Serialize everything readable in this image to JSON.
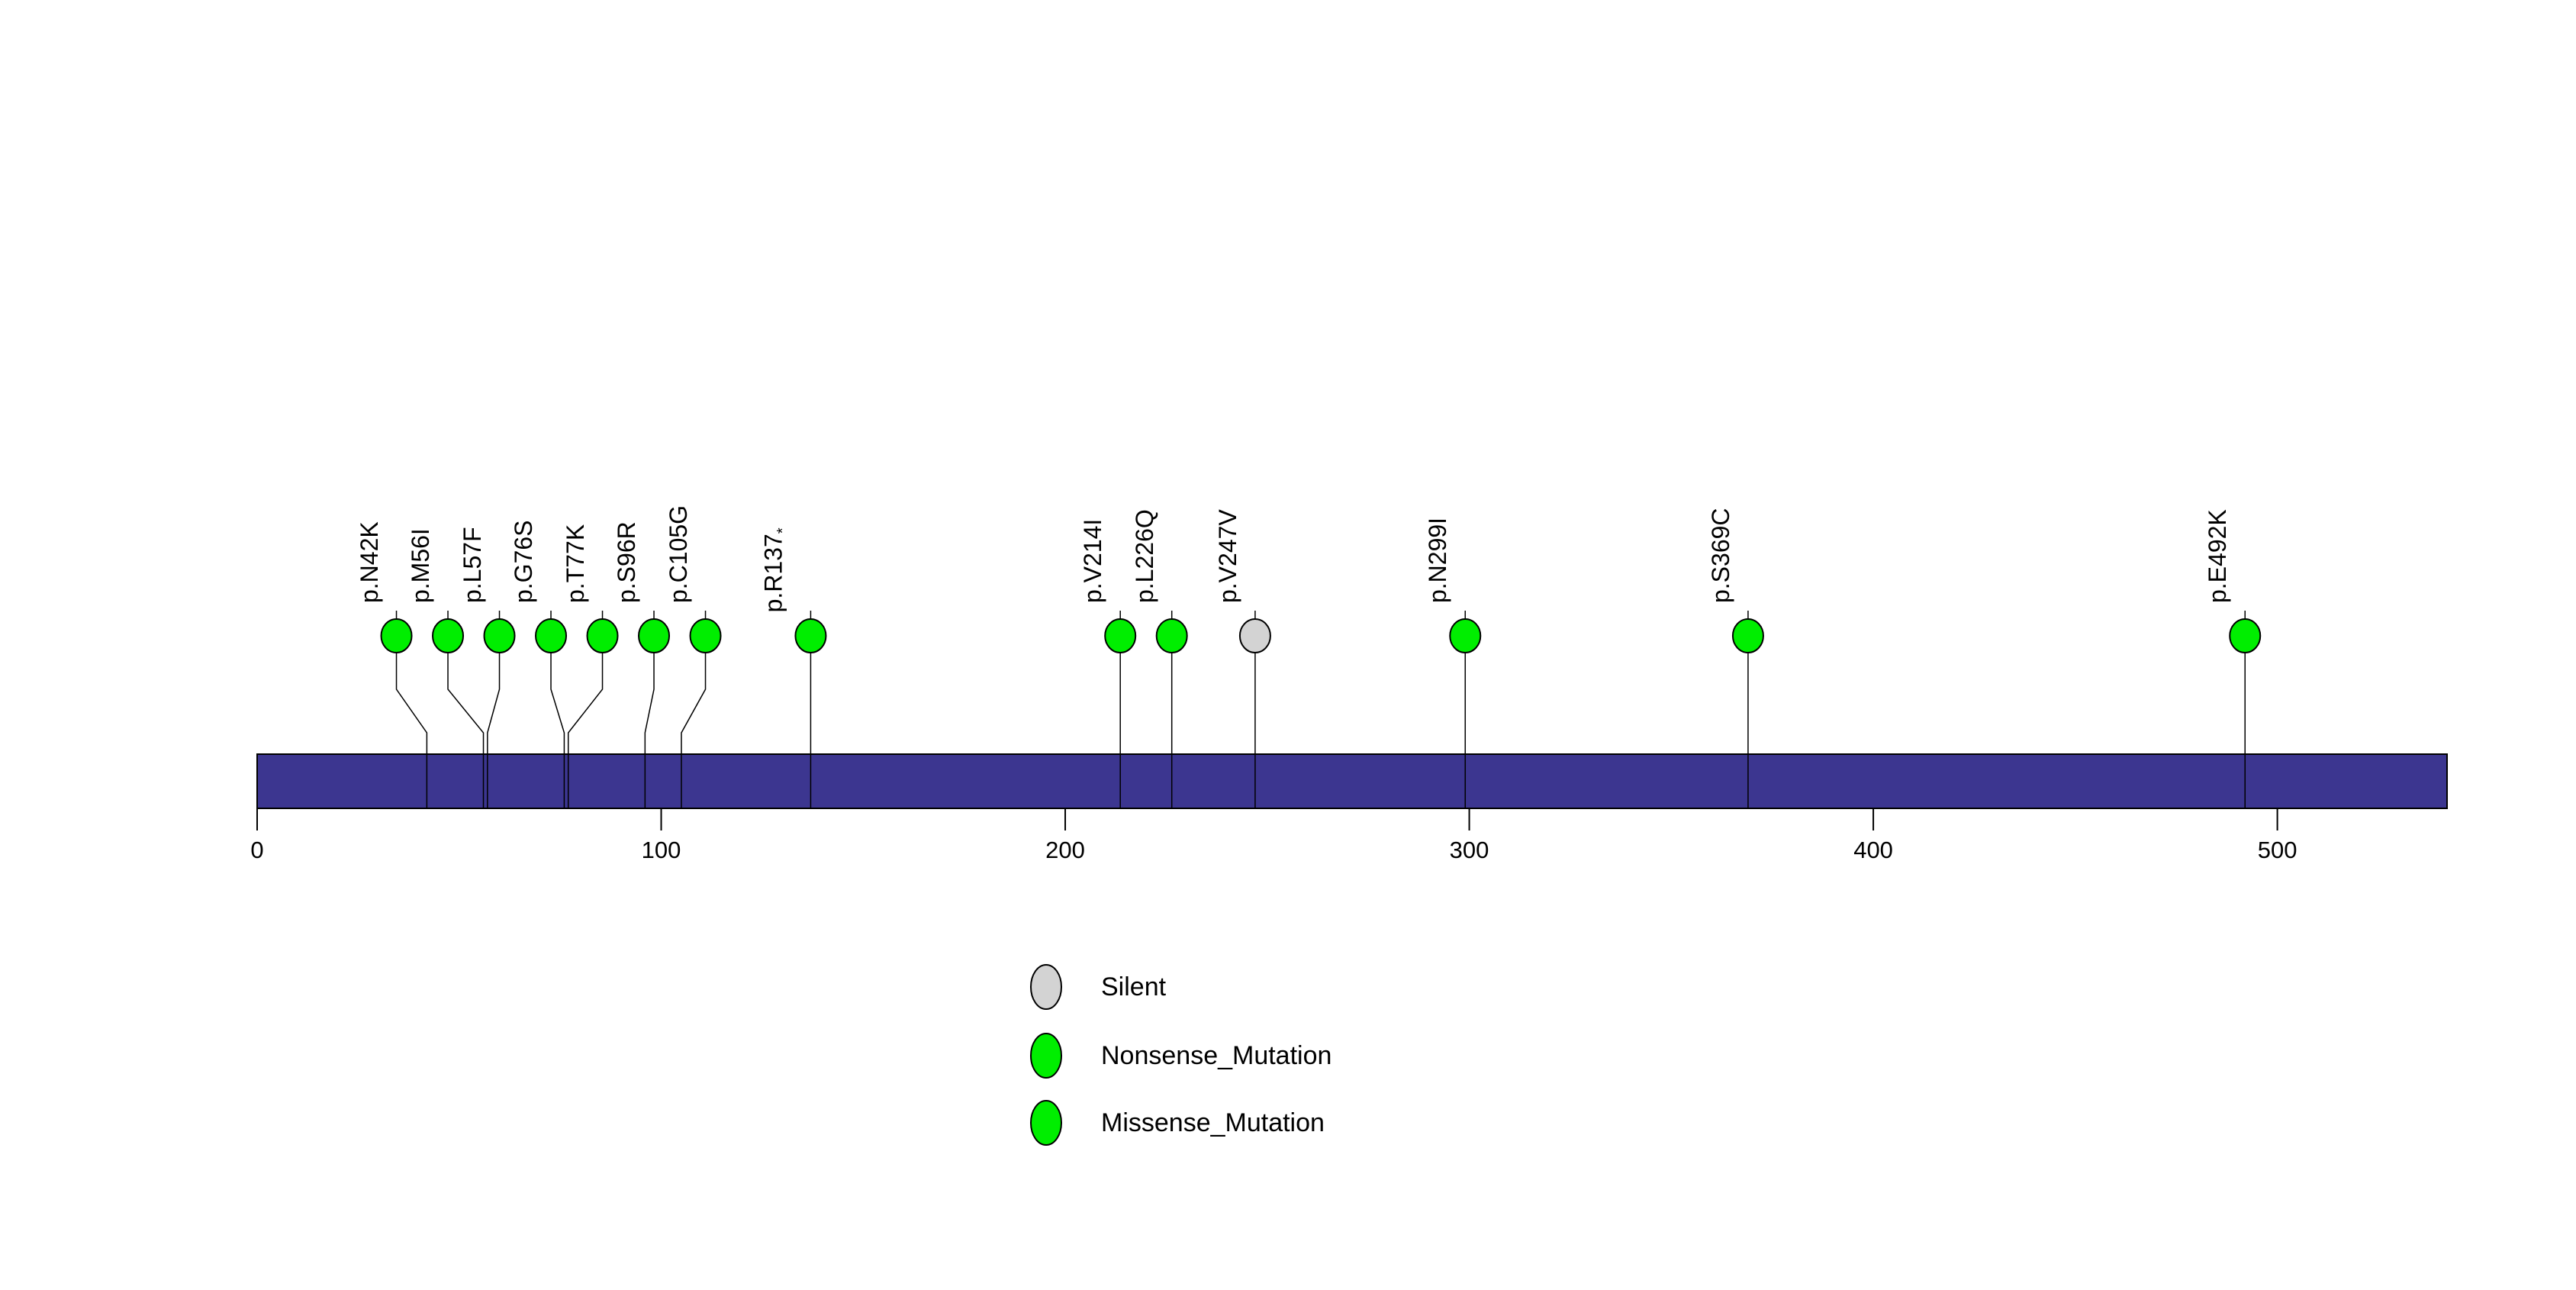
{
  "chart_data": {
    "type": "scatter",
    "subtype": "lollipop_mutation_plot",
    "title": "",
    "xlabel": "",
    "ylabel": "",
    "grid": false,
    "xlim": [
      0,
      542
    ],
    "xticks": [
      "0",
      "100",
      "200",
      "300",
      "400",
      "500"
    ],
    "xtick_values": [
      0,
      100,
      200,
      300,
      400,
      500
    ],
    "protein_bar": {
      "start": 0,
      "end": 542,
      "color": "#3C3690",
      "outline_color": "#000000"
    },
    "point_style": {
      "missense_color": "#00EE00",
      "nonsense_color": "#00EE00",
      "silent_color": "#D3D3D3",
      "stroke_color": "#000000",
      "stem_color": "#000000"
    },
    "mutations": [
      {
        "name": "p.N42K",
        "suffix": "",
        "position": 42,
        "type": "Missense_Mutation",
        "color": "#00EE00"
      },
      {
        "name": "p.M56I",
        "suffix": "",
        "position": 56,
        "type": "Missense_Mutation",
        "color": "#00EE00"
      },
      {
        "name": "p.L57F",
        "suffix": "",
        "position": 57,
        "type": "Missense_Mutation",
        "color": "#00EE00"
      },
      {
        "name": "p.G76S",
        "suffix": "",
        "position": 76,
        "type": "Missense_Mutation",
        "color": "#00EE00"
      },
      {
        "name": "p.T77K",
        "suffix": "",
        "position": 77,
        "type": "Missense_Mutation",
        "color": "#00EE00"
      },
      {
        "name": "p.S96R",
        "suffix": "",
        "position": 96,
        "type": "Missense_Mutation",
        "color": "#00EE00"
      },
      {
        "name": "p.C105G",
        "suffix": "",
        "position": 105,
        "type": "Missense_Mutation",
        "color": "#00EE00"
      },
      {
        "name": "p.R137",
        "suffix": "*",
        "position": 137,
        "type": "Nonsense_Mutation",
        "color": "#00EE00"
      },
      {
        "name": "p.V214I",
        "suffix": "",
        "position": 214,
        "type": "Missense_Mutation",
        "color": "#00EE00"
      },
      {
        "name": "p.L226Q",
        "suffix": "",
        "position": 226,
        "type": "Missense_Mutation",
        "color": "#00EE00"
      },
      {
        "name": "p.V247V",
        "suffix": "",
        "position": 247,
        "type": "Silent",
        "color": "#D3D3D3"
      },
      {
        "name": "p.N299I",
        "suffix": "",
        "position": 299,
        "type": "Missense_Mutation",
        "color": "#00EE00"
      },
      {
        "name": "p.S369C",
        "suffix": "",
        "position": 369,
        "type": "Missense_Mutation",
        "color": "#00EE00"
      },
      {
        "name": "p.E492K",
        "suffix": "",
        "position": 492,
        "type": "Missense_Mutation",
        "color": "#00EE00"
      }
    ],
    "legend": [
      {
        "label": "Silent",
        "color": "#D3D3D3"
      },
      {
        "label": "Nonsense_Mutation",
        "color": "#00EE00"
      },
      {
        "label": "Missense_Mutation",
        "color": "#00EE00"
      }
    ],
    "legend_position": "bottom-center"
  }
}
